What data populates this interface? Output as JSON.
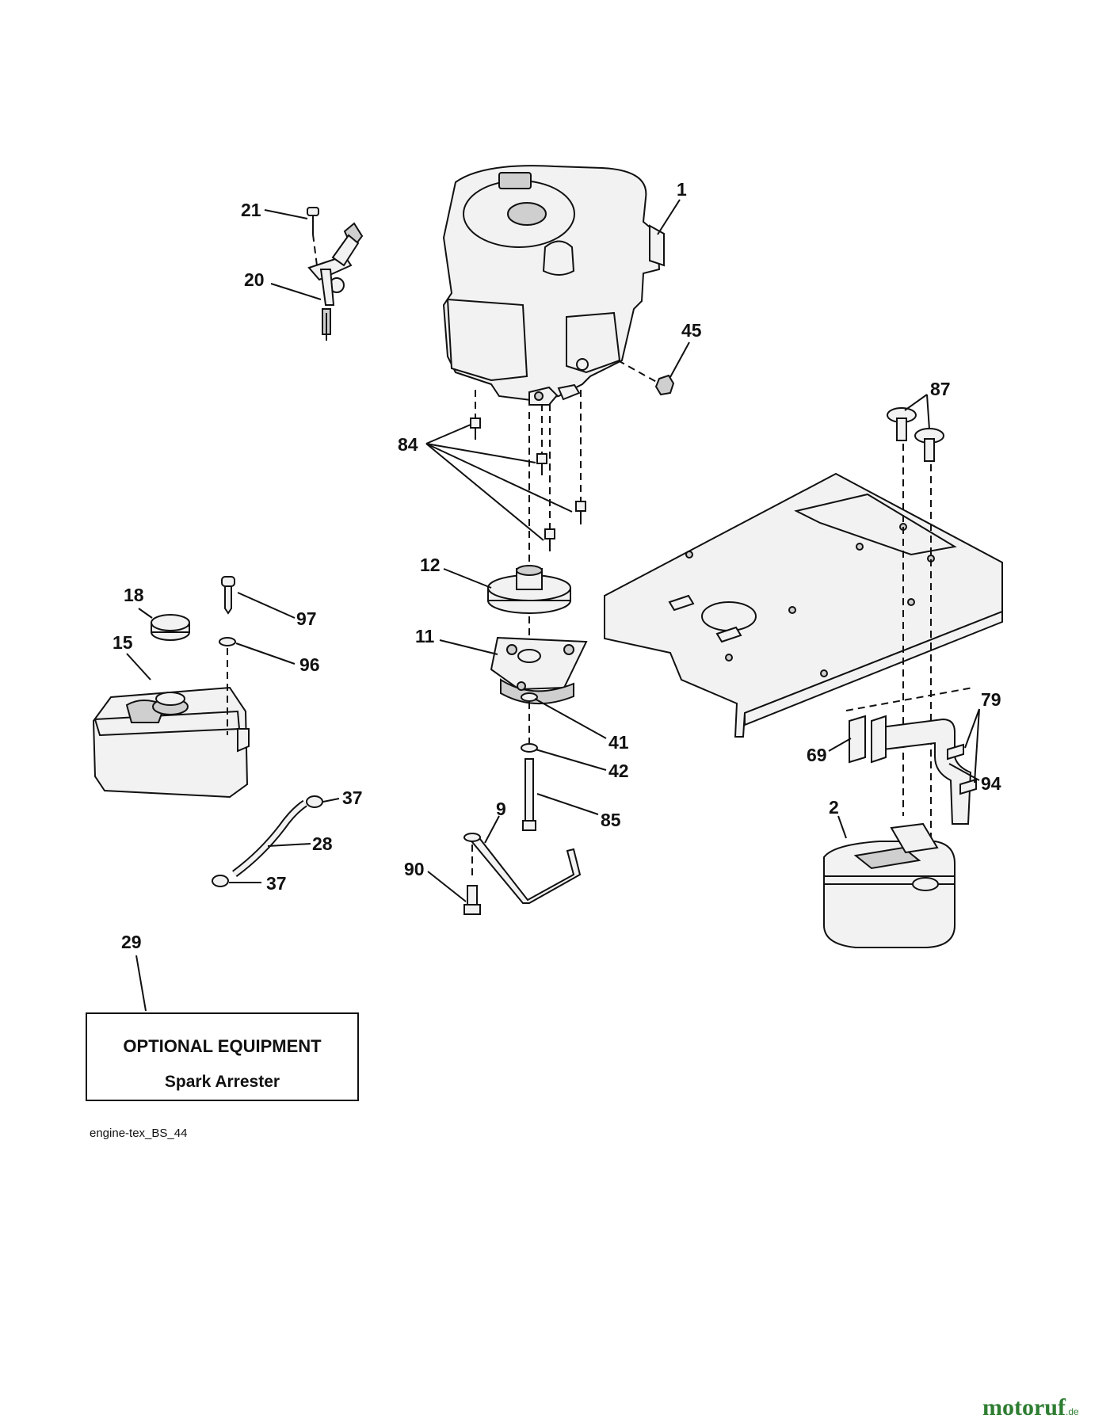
{
  "callouts": [
    {
      "id": "1",
      "label": "1"
    },
    {
      "id": "2",
      "label": "2"
    },
    {
      "id": "9",
      "label": "9"
    },
    {
      "id": "11",
      "label": "11"
    },
    {
      "id": "12",
      "label": "12"
    },
    {
      "id": "15",
      "label": "15"
    },
    {
      "id": "18",
      "label": "18"
    },
    {
      "id": "20",
      "label": "20"
    },
    {
      "id": "21",
      "label": "21"
    },
    {
      "id": "28",
      "label": "28"
    },
    {
      "id": "29",
      "label": "29"
    },
    {
      "id": "37a",
      "label": "37"
    },
    {
      "id": "37b",
      "label": "37"
    },
    {
      "id": "41",
      "label": "41"
    },
    {
      "id": "42",
      "label": "42"
    },
    {
      "id": "45",
      "label": "45"
    },
    {
      "id": "69",
      "label": "69"
    },
    {
      "id": "79",
      "label": "79"
    },
    {
      "id": "84",
      "label": "84"
    },
    {
      "id": "85",
      "label": "85"
    },
    {
      "id": "87",
      "label": "87"
    },
    {
      "id": "90",
      "label": "90"
    },
    {
      "id": "94",
      "label": "94"
    },
    {
      "id": "96",
      "label": "96"
    },
    {
      "id": "97",
      "label": "97"
    }
  ],
  "optional_box": {
    "title": "OPTIONAL EQUIPMENT",
    "subtitle": "Spark Arrester"
  },
  "diagram_code": "engine-tex_BS_44",
  "watermark": {
    "name": "motoruf",
    "tld": ".de",
    "color": "#2e7d32"
  }
}
